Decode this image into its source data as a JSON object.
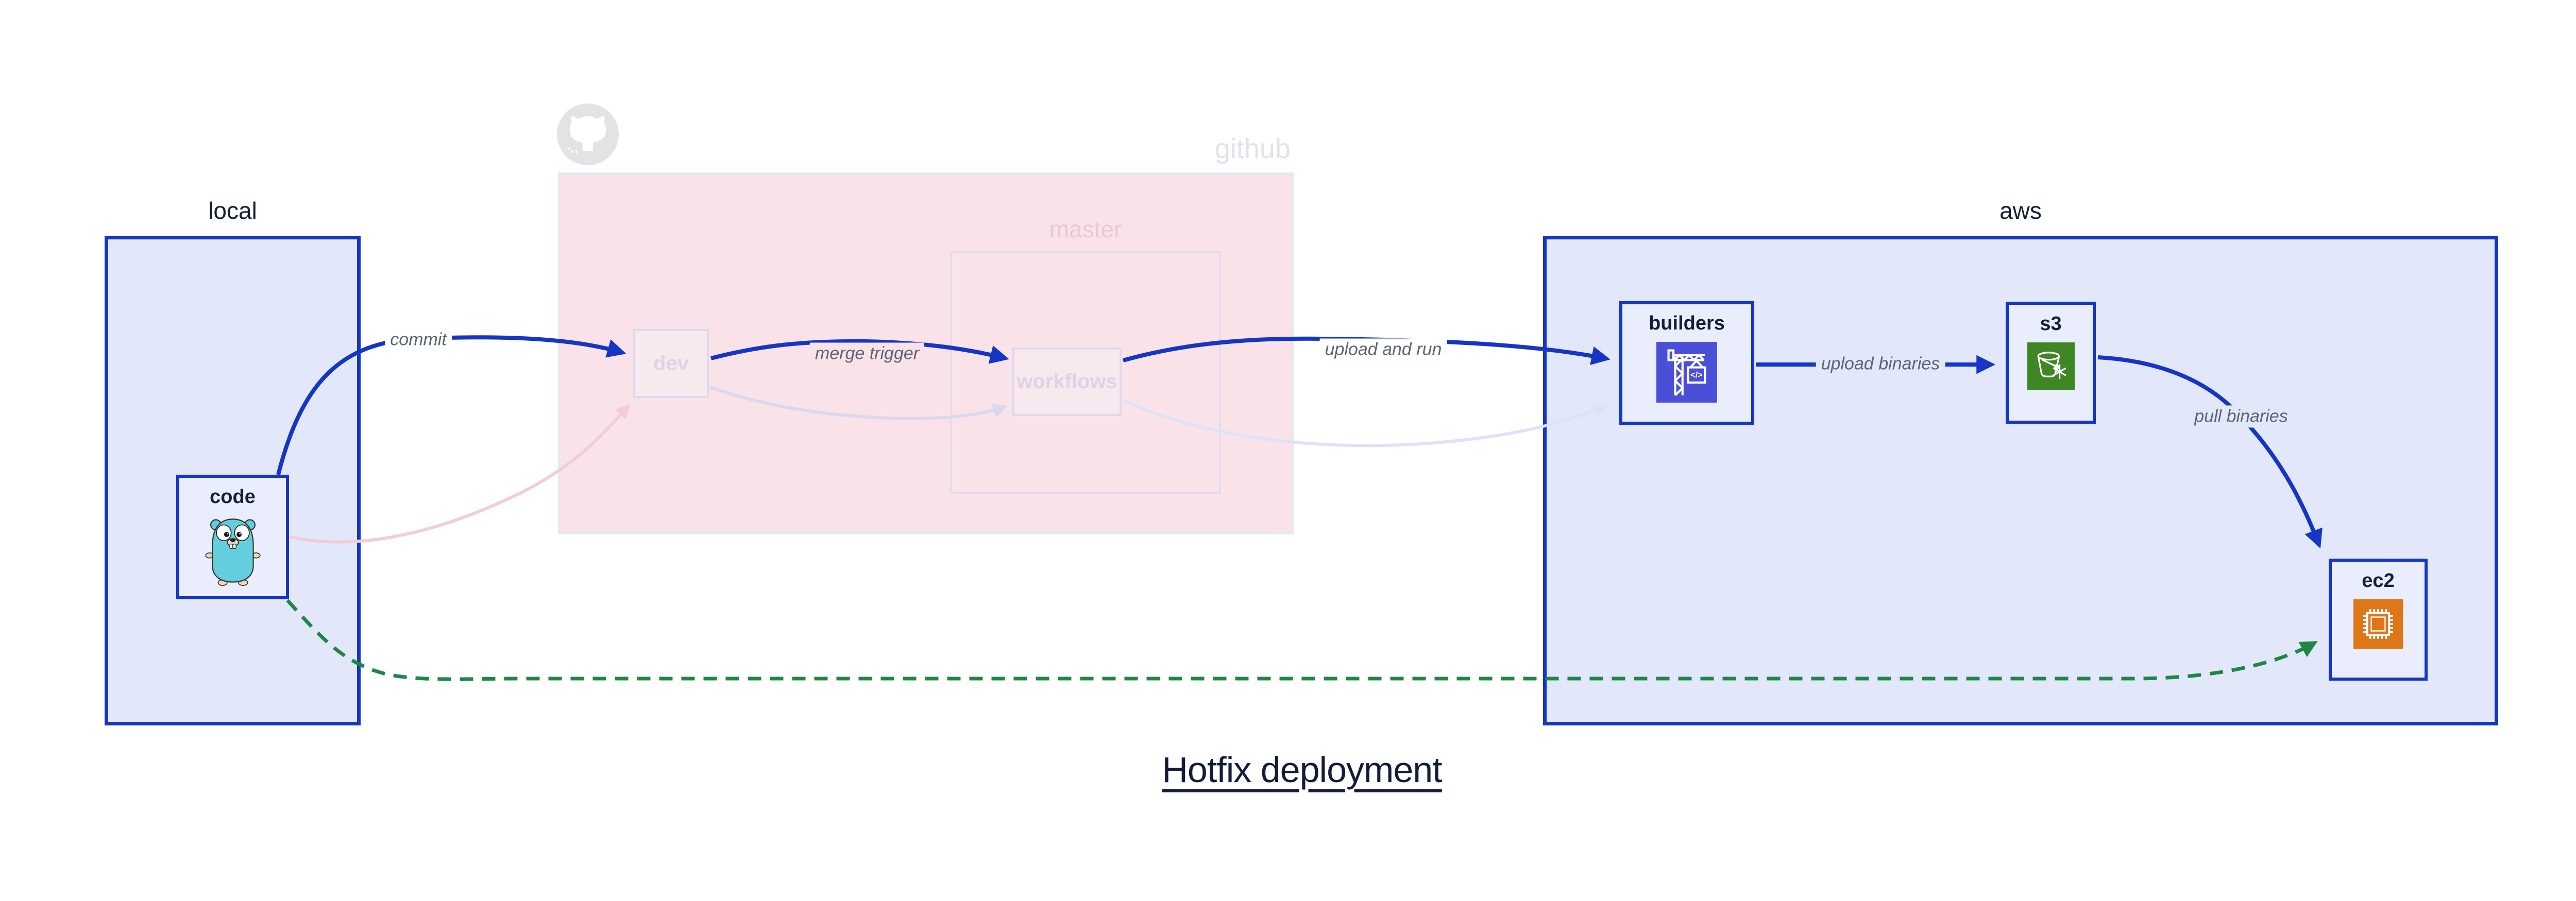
{
  "title": "Hotfix deployment",
  "regions": {
    "local": {
      "label": "local"
    },
    "github": {
      "label": "github",
      "master_label": "master"
    },
    "aws": {
      "label": "aws"
    }
  },
  "nodes": {
    "code": {
      "label": "code",
      "icon": "go-gopher-icon"
    },
    "dev": {
      "label": "dev"
    },
    "workflows": {
      "label": "workflows"
    },
    "builders": {
      "label": "builders",
      "icon": "aws-codebuild-icon"
    },
    "s3": {
      "label": "s3",
      "icon": "aws-s3-glacier-icon"
    },
    "ec2": {
      "label": "ec2",
      "icon": "aws-ec2-icon"
    }
  },
  "edges": [
    {
      "from": "code",
      "to": "dev",
      "label": "commit",
      "style": "solid-blue"
    },
    {
      "from": "dev",
      "to": "workflows",
      "label": "merge trigger",
      "style": "solid-blue"
    },
    {
      "from": "workflows",
      "to": "builders",
      "label": "upload and run",
      "style": "solid-blue"
    },
    {
      "from": "builders",
      "to": "s3",
      "label": "upload binaries",
      "style": "solid-blue"
    },
    {
      "from": "s3",
      "to": "ec2",
      "label": "pull binaries",
      "style": "solid-blue"
    },
    {
      "from": "code",
      "to": "ec2",
      "label": "",
      "style": "dashed-green"
    },
    {
      "from": "code",
      "to": "dev",
      "label": "",
      "style": "faded-pink"
    },
    {
      "from": "dev",
      "to": "workflows",
      "label": "",
      "style": "faded-lavender"
    },
    {
      "from": "workflows",
      "to": "builders",
      "label": "",
      "style": "faded-blue"
    }
  ],
  "colors": {
    "accent_blue": "#1536c4",
    "region_blue_fill": "#e2e8fa",
    "region_pink_fill": "#f9e3e9",
    "faded_border": "#ded9ee",
    "faded_text": "#ded3e6",
    "edge_label_gray": "#5b6472",
    "green_dashed": "#1f8745",
    "codebuild_purple": "#4b4ed6",
    "s3_green": "#3f8624",
    "ec2_orange": "#dd7718",
    "title_navy": "#131c3b"
  }
}
